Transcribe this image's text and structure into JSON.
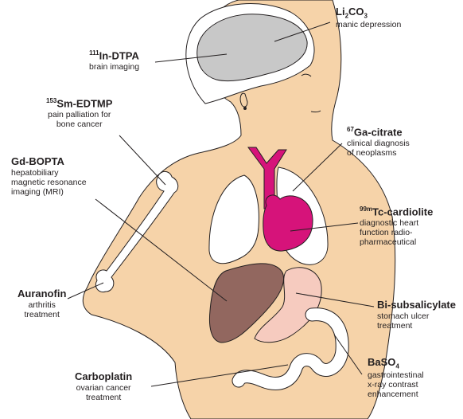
{
  "labels": {
    "li2co3": {
      "name_pre": "Li",
      "sub1": "2",
      "name_mid": "CO",
      "sub2": "3",
      "desc": [
        "manic depression"
      ]
    },
    "in_dtpa": {
      "sup": "111",
      "name": "In-DTPA",
      "desc": [
        "brain imaging"
      ]
    },
    "sm_edtmp": {
      "sup": "153",
      "name": "Sm-EDTMP",
      "desc": [
        "pain palliation for",
        "bone cancer"
      ]
    },
    "ga_citrate": {
      "sup": "67",
      "name": "Ga-citrate",
      "desc": [
        "clinical diagnosis",
        "of neoplasms"
      ]
    },
    "gd_bopta": {
      "name": "Gd-BOPTA",
      "desc": [
        "hepatobiliary",
        "magnetic resonance",
        "imaging (MRI)"
      ]
    },
    "tc_cardiolite": {
      "sup": "99m",
      "name": "Tc-cardiolite",
      "desc": [
        "diagnostic heart",
        "function radio-",
        "pharmaceutical"
      ]
    },
    "auranofin": {
      "name": "Auranofin",
      "desc": [
        "arthritis",
        "treatment"
      ]
    },
    "bi_subsalicylate": {
      "name": "Bi-subsalicylate",
      "desc": [
        "stomach ulcer",
        "treatment"
      ]
    },
    "baso4": {
      "name_pre": "BaSO",
      "sub1": "4",
      "desc": [
        "gastrointestinal",
        "x-ray contrast",
        "enhancement"
      ]
    },
    "carboplatin": {
      "name": "Carboplatin",
      "desc": [
        "ovarian cancer",
        "treatment"
      ]
    }
  },
  "colors": {
    "skin": "#f6d3a9",
    "outline": "#231f20",
    "hair": "#ffffff",
    "brain": "#c8c8c8",
    "lung": "#ffffff",
    "heart": "#d6137a",
    "liver": "#92675f",
    "stomach": "#f6cbbf",
    "intestine": "#ffffff"
  }
}
